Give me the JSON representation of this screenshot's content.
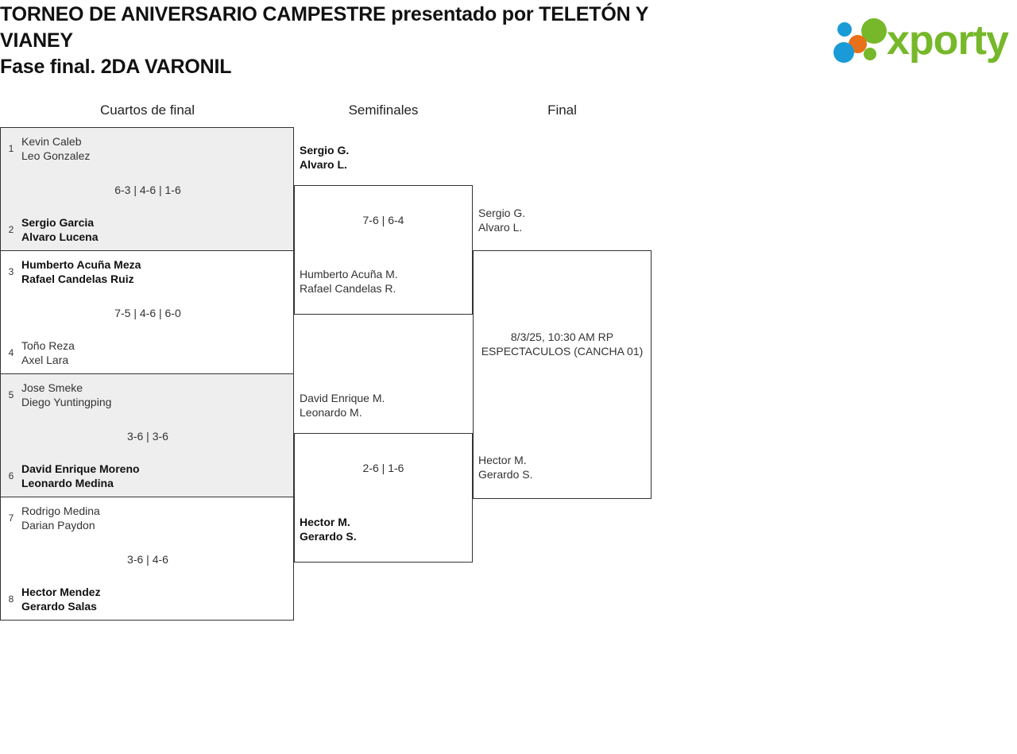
{
  "header": {
    "title_lines": [
      "TORNEO DE ANIVERSARIO CAMPESTRE presentado por TELETÓN Y",
      "VIANEY",
      "Fase final. 2DA VARONIL"
    ],
    "logo_text": "xporty",
    "logo_colors": {
      "green": "#76b82a",
      "blue": "#1a9bd7",
      "orange": "#e8701a"
    }
  },
  "rounds": [
    {
      "label": "Cuartos de final"
    },
    {
      "label": "Semifinales"
    },
    {
      "label": "Final"
    }
  ],
  "quarterfinals": [
    {
      "shaded": true,
      "top": {
        "seed": "1",
        "player1": "Kevin Caleb",
        "player2": "Leo Gonzalez",
        "winner": false
      },
      "bottom": {
        "seed": "2",
        "player1": "Sergio Garcia",
        "player2": "Alvaro Lucena",
        "winner": true
      },
      "score": "6-3 | 4-6 | 1-6"
    },
    {
      "shaded": false,
      "top": {
        "seed": "3",
        "player1": "Humberto Acuña Meza",
        "player2": "Rafael Candelas Ruiz",
        "winner": true
      },
      "bottom": {
        "seed": "4",
        "player1": "Toño Reza",
        "player2": "Axel Lara",
        "winner": false
      },
      "score": "7-5 | 4-6 | 6-0"
    },
    {
      "shaded": true,
      "top": {
        "seed": "5",
        "player1": "Jose Smeke",
        "player2": "Diego Yuntingping",
        "winner": false
      },
      "bottom": {
        "seed": "6",
        "player1": "David Enrique Moreno",
        "player2": "Leonardo Medina",
        "winner": true
      },
      "score": "3-6 | 3-6"
    },
    {
      "shaded": false,
      "top": {
        "seed": "7",
        "player1": "Rodrigo Medina",
        "player2": "Darian Paydon",
        "winner": false
      },
      "bottom": {
        "seed": "8",
        "player1": "Hector Mendez",
        "player2": "Gerardo Salas",
        "winner": true
      },
      "score": "3-6 | 4-6"
    }
  ],
  "semifinals": [
    {
      "top": {
        "player1": "Sergio G.",
        "player2": "Alvaro L.",
        "winner": true
      },
      "bottom": {
        "player1": "Humberto Acuña M.",
        "player2": "Rafael Candelas R.",
        "winner": false
      },
      "score": "7-6 | 6-4"
    },
    {
      "top": {
        "player1": "David Enrique M.",
        "player2": "Leonardo M.",
        "winner": false
      },
      "bottom": {
        "player1": "Hector M.",
        "player2": "Gerardo S.",
        "winner": true
      },
      "score": "2-6 | 1-6"
    }
  ],
  "final": {
    "top": {
      "player1": "Sergio G.",
      "player2": "Alvaro L.",
      "winner": false
    },
    "bottom": {
      "player1": "Hector M.",
      "player2": "Gerardo S.",
      "winner": false
    },
    "schedule_lines": [
      "8/3/25, 10:30 AM RP",
      "ESPECTACULOS (CANCHA 01)"
    ]
  }
}
